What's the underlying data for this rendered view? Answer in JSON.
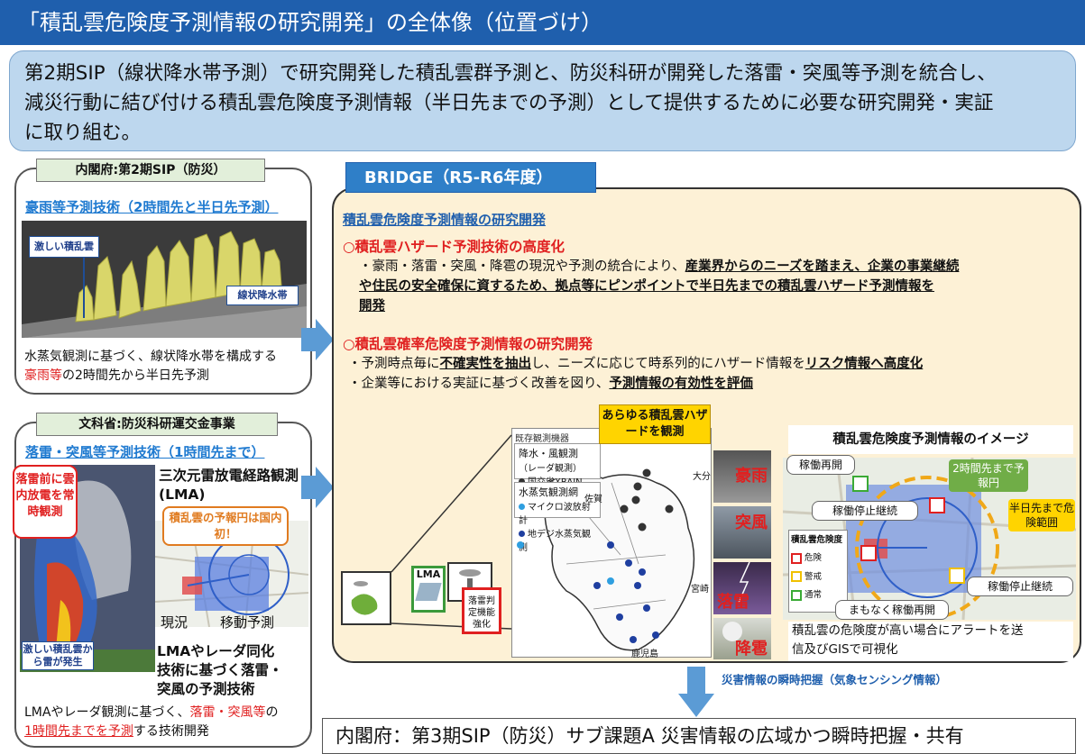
{
  "title": "「積乱雲危険度予測情報の研究開発」の全体像（位置づけ）",
  "summary": {
    "line1": "第2期SIP（線状降水帯予測）で研究開発した積乱雲群予測と、防災科研が開発した落雷・突風等予測を統合し、",
    "line2": "減災行動に結び付ける積乱雲危険度予測情報（半日先までの予測）として提供するために必要な研究開発・実証",
    "line3": "に取り組む。"
  },
  "left_top": {
    "header": "内閣府:第2期SIP（防災）",
    "subtitle": "豪雨等予測技術（2時間先と半日先予測）",
    "label_cloud": "激しい積乱雲",
    "label_band": "線状降水帯",
    "caption1": "水蒸気観測に基づく、線状降水帯を構成する",
    "caption2_red": "豪雨等",
    "caption2_rest": "の2時間先から半日先予測"
  },
  "left_bottom": {
    "header": "文科省:防災科研運交金事業",
    "subtitle": "落雷・突風等予測技術（1時間先まで）",
    "callout_red": "落雷前に雲内放電を常時観測",
    "lma_title": "三次元雷放電経路観測(LMA)",
    "bubble": "積乱雲の予報円は国内初！",
    "label_now": "現況",
    "label_move": "移動予測",
    "label_storm": "激しい積乱雲から雷が発生",
    "tech_title": "LMAやレーダ同化技術に基づく落雷・突風の予測技術",
    "caption1": "LMAやレーダ観測に基づく、",
    "caption1_red": "落雷・突風等",
    "caption1_tail": "の",
    "caption2_red": "1時間先までを予測",
    "caption2_rest": "する技術開発"
  },
  "bridge": {
    "tab": "BRIDGE（R5-R6年度）",
    "heading": "積乱雲危険度予測情報の研究開発",
    "sec1_title": "○積乱雲ハザード予測技術の高度化",
    "sec1_lead": "・豪雨・落雷・突風・降雹の現況や予測の統合により、",
    "sec1_bold1": "産業界からのニーズを踏まえ、企業の事業継続",
    "sec1_bold2": "や住民の安全確保に資するため、拠点等にピンポイントで半日先までの積乱雲ハザード予測情報を",
    "sec1_bold3": "開発",
    "sec2_title": "○積乱雲確率危険度予測情報の研究開発",
    "sec2_l1a": "・予測時点毎に",
    "sec2_l1b": "不確実性を抽出",
    "sec2_l1c": "し、ニーズに応じて時系列的にハザード情報を",
    "sec2_l1d": "リスク情報へ高度化",
    "sec2_l2a": "・企業等における実証に基づく改善を図り、",
    "sec2_l2b": "予測情報の有効性を評価"
  },
  "map": {
    "callout": "あらゆる積乱雲ハザードを観測",
    "existing": "既存観測機器",
    "radar_title": "降水・風観測",
    "radar_sub": "（レーダ観測）",
    "xrain": "国交省XRAIN",
    "vapor_title": "水蒸気観測網",
    "microwave": "マイクロ波放射計",
    "gnss": "地デジ水蒸気観測",
    "lma_label": "LMA",
    "strengthen": "落雷判定機能強化",
    "photo_rain": "豪雨",
    "photo_gust": "突風",
    "photo_lightning": "落雷",
    "photo_hail": "降雹",
    "cities": [
      "佐賀",
      "大分",
      "宮崎",
      "鹿児島"
    ]
  },
  "image_panel": {
    "title": "積乱雲危険度予測情報のイメージ",
    "restart": "稼働再開",
    "stop1": "稼働停止継続",
    "circle2h": "2時間先まで予報円",
    "halfday": "半日先まで危険範囲",
    "legend_title": "積乱雲危険度",
    "legend_danger": "危険",
    "legend_warn": "警戒",
    "legend_normal": "通常",
    "soon": "まもなく稼働再開",
    "stop2": "稼働停止継続",
    "alert1": "積乱雲の危険度が高い場合にアラートを送",
    "alert2": "信及びGISで可視化"
  },
  "footer": {
    "arrow_label": "災害情報の瞬時把握（気象センシング情報）",
    "box": "内閣府：第3期SIP（防災）サブ課題A  災害情報の広域かつ瞬時把握・共有"
  },
  "colors": {
    "title_bar": "#1f5fad",
    "summary_bg": "#bdd7ee",
    "bridge_bg": "#fdf1d6",
    "accent_red": "#e02020",
    "accent_blue": "#1f7ad0"
  }
}
